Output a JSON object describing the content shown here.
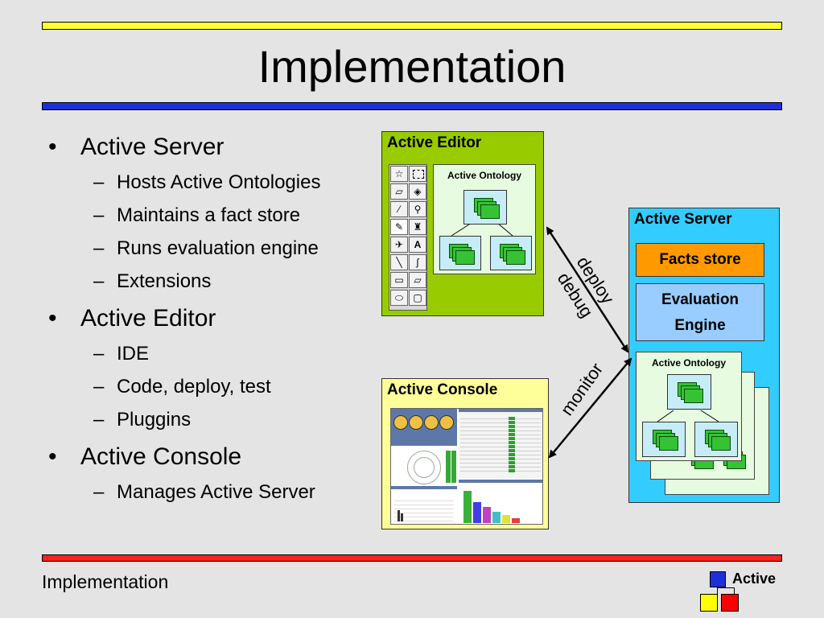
{
  "slide": {
    "title": "Implementation",
    "footer": "Implementation",
    "logo_text": "Active",
    "colors": {
      "background": "#e4e4e4",
      "top_bar": "#ffff33",
      "title_rule": "#1f2fd8",
      "bottom_bar": "#ff2020",
      "editor_box": "#99cc00",
      "server_box": "#33ccff",
      "console_box": "#ffff99",
      "facts_store": "#ff9900",
      "eval_engine": "#99ccff"
    }
  },
  "bullets": [
    {
      "text": "Active Server",
      "sub": [
        "Hosts Active Ontologies",
        "Maintains a fact store",
        "Runs evaluation engine",
        "Extensions"
      ]
    },
    {
      "text": "Active Editor",
      "sub": [
        "IDE",
        "Code, deploy, test",
        "Pluggins"
      ]
    },
    {
      "text": "Active Console",
      "sub": [
        "Manages Active Server"
      ]
    }
  ],
  "diagram": {
    "editor": {
      "title": "Active Editor",
      "ontology_title": "Active Ontology",
      "tools": [
        "star-select-icon",
        "rect-select-icon",
        "eraser-icon",
        "fill-bucket-icon",
        "eyedropper-icon",
        "magnifier-icon",
        "pencil-icon",
        "brush-icon",
        "airbrush-icon",
        "text-icon",
        "line-icon",
        "curve-icon",
        "rectangle-icon",
        "polygon-icon",
        "ellipse-icon",
        "rounded-rect-icon"
      ]
    },
    "server": {
      "title": "Active Server",
      "facts_store": "Facts store",
      "eval_engine_line1": "Evaluation",
      "eval_engine_line2": "Engine",
      "ontology_title": "Active Ontology"
    },
    "console": {
      "title": "Active Console"
    },
    "arrows": {
      "deploy": "deploy",
      "debug": "debug",
      "monitor": "monitor"
    }
  }
}
